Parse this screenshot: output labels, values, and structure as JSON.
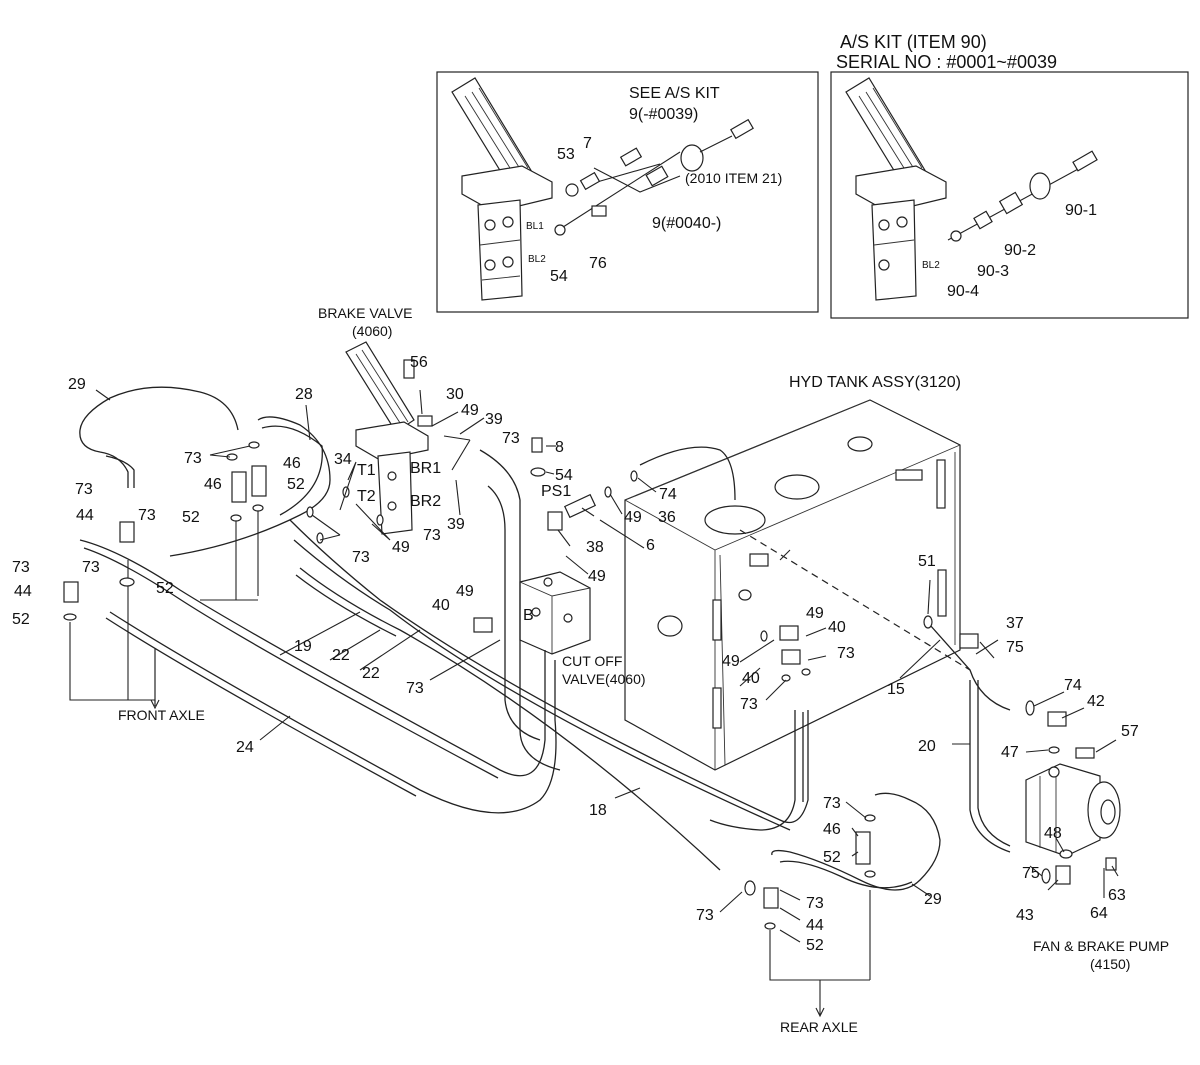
{
  "kit_header": {
    "line1": "A/S KIT (ITEM 90)",
    "line2": "SERIAL NO : #0001~#0039"
  },
  "inset_left": {
    "see_kit_line1": "SEE A/S KIT",
    "see_kit_line2": "9(-#0039)",
    "item_2010": "(2010 ITEM 21)",
    "item_9_new": "9(#0040-)",
    "port_bl1": "BL1",
    "port_bl2": "BL2",
    "n53": "53",
    "n7": "7",
    "n54": "54",
    "n76": "76"
  },
  "inset_right": {
    "port_bl2": "BL2",
    "n90_1": "90-1",
    "n90_2": "90-2",
    "n90_3": "90-3",
    "n90_4": "90-4"
  },
  "main": {
    "brake_valve_1": "BRAKE VALVE",
    "brake_valve_2": "(4060)",
    "hyd_tank": "HYD TANK ASSY(3120)",
    "cut_off_1": "CUT OFF",
    "cut_off_2": "VALVE(4060)",
    "front_axle": "FRONT AXLE",
    "rear_axle": "REAR AXLE",
    "pump_1": "FAN & BRAKE PUMP",
    "pump_2": "(4150)",
    "port_t1": "T1",
    "port_t2": "T2",
    "port_br1": "BR1",
    "port_br2": "BR2",
    "port_ps1": "PS1",
    "port_b": "B",
    "n56": "56",
    "n30": "30",
    "n49": "49",
    "n39": "39",
    "n73": "73",
    "n8": "8",
    "n54": "54",
    "n74": "74",
    "n36": "36",
    "n6": "6",
    "n38": "38",
    "n34": "34",
    "n29": "29",
    "n28": "28",
    "n46": "46",
    "n52": "52",
    "n44": "44",
    "n19": "19",
    "n22": "22",
    "n24": "24",
    "n40": "40",
    "n18": "18",
    "n51": "51",
    "n37": "37",
    "n75": "75",
    "n15": "15",
    "n42": "42",
    "n20": "20",
    "n47": "47",
    "n57": "57",
    "n48": "48",
    "n43": "43",
    "n64": "64",
    "n63": "63"
  }
}
